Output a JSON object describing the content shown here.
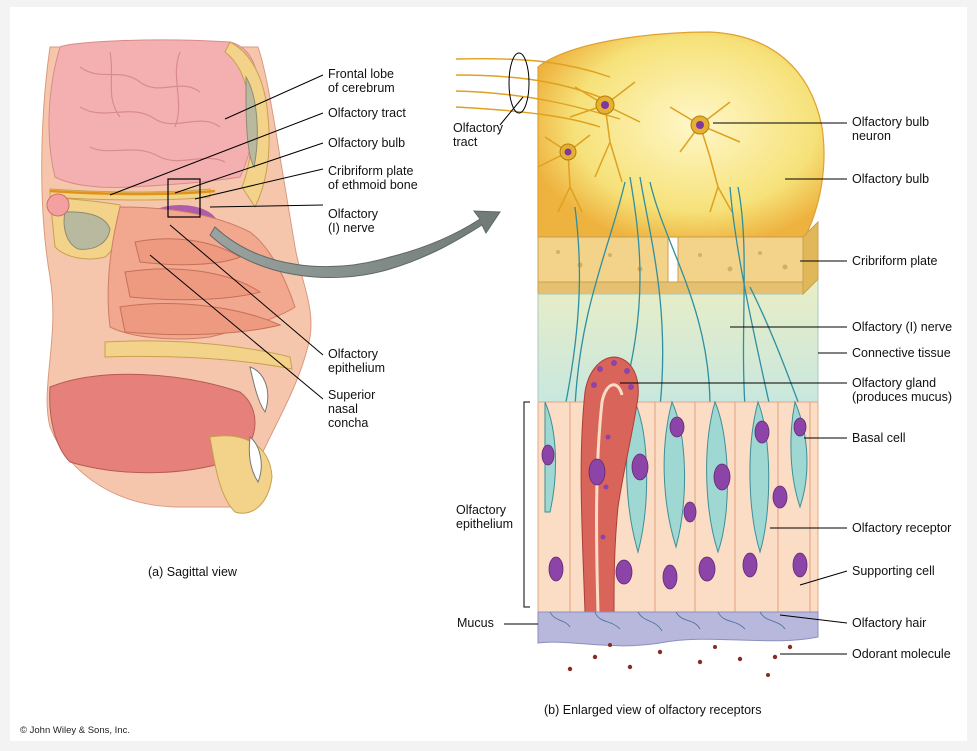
{
  "labels": {
    "frontal_lobe": [
      "Frontal lobe",
      "of cerebrum"
    ],
    "olfactory_tract_left": [
      "Olfactory tract"
    ],
    "olfactory_bulb_left": [
      "Olfactory bulb"
    ],
    "cribriform_left": [
      "Cribriform plate",
      "of ethmoid bone"
    ],
    "olfactory_nerve_left": [
      "Olfactory",
      "(I) nerve"
    ],
    "olfactory_epithelium_left": [
      "Olfactory",
      "epithelium"
    ],
    "superior_concha": [
      "Superior",
      "nasal",
      "concha"
    ],
    "olfactory_tract_right": [
      "Olfactory",
      "tract"
    ],
    "bulb_neuron": [
      "Olfactory bulb",
      "neuron"
    ],
    "olfactory_bulb_right": [
      "Olfactory bulb"
    ],
    "cribriform_right": [
      "Cribriform plate"
    ],
    "olfactory_nerve_right": [
      "Olfactory (I) nerve"
    ],
    "connective_tissue": [
      "Connective tissue"
    ],
    "olfactory_gland": [
      "Olfactory gland",
      "(produces mucus)"
    ],
    "basal_cell": [
      "Basal cell"
    ],
    "olfactory_epithelium_right": [
      "Olfactory",
      "epithelium"
    ],
    "olfactory_receptor": [
      "Olfactory receptor"
    ],
    "supporting_cell": [
      "Supporting cell"
    ],
    "mucus": [
      "Mucus"
    ],
    "olfactory_hair": [
      "Olfactory hair"
    ],
    "odorant_molecule": [
      "Odorant molecule"
    ]
  },
  "captions": {
    "sagittal": "(a) Sagittal view",
    "enlarged": "(b) Enlarged view of olfactory receptors"
  },
  "credit": "© John Wiley & Sons, Inc.",
  "colors": {
    "brain": "#f4b0b0",
    "bone": "#f3d389",
    "bulb": "#f6e27a",
    "epithelium_bg": "#fbdcc4",
    "cell_teal": "#9fd8d2",
    "nucleus": "#8d44a8",
    "nerve": "#2f8fa0",
    "neuron": "#e0a020",
    "mucus": "#b7b8dc",
    "leader": "#000000"
  }
}
